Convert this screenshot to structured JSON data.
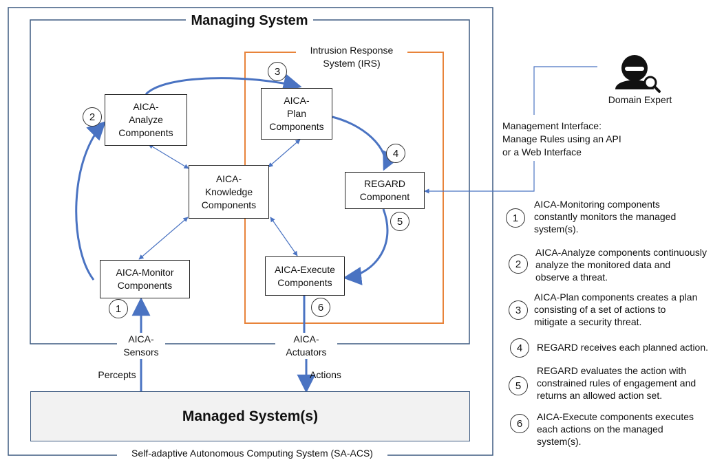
{
  "colors": {
    "arrow": "#4a73c2",
    "irs_border": "#e8833a",
    "frame": "#3d5a80",
    "managed_fill": "#f2f2f2"
  },
  "outer_label": "Self-adaptive Autonomous Computing System (SA-ACS)",
  "managing_title": "Managing System",
  "irs_label": "Intrusion Response\nSystem (IRS)",
  "boxes": {
    "analyze": "AICA-\nAnalyze\nComponents",
    "plan": "AICA-\nPlan\nComponents",
    "knowledge": "AICA-\nKnowledge\nComponents",
    "regard": "REGARD\nComponent",
    "monitor": "AICA-Monitor\nComponents",
    "execute": "AICA-Execute\nComponents",
    "managed": "Managed System(s)"
  },
  "sensors": "AICA-\nSensors",
  "actuators": "AICA-\nActuators",
  "percepts": "Percepts",
  "actions": "Actions",
  "domain_expert": {
    "label": "Domain Expert",
    "icon": "user-search-icon"
  },
  "management_interface": "Management Interface:\nManage Rules using an API\nor a Web Interface",
  "step_numbers": [
    "1",
    "2",
    "3",
    "4",
    "5",
    "6"
  ],
  "legend": [
    {
      "num": "1",
      "text": "AICA-Monitoring components\nconstantly monitors the managed\nsystem(s)."
    },
    {
      "num": "2",
      "text": "AICA-Analyze components continuously\nanalyze the monitored data and\nobserve a threat."
    },
    {
      "num": "3",
      "text": "AICA-Plan components creates a plan\nconsisting of a set of actions to\nmitigate a security threat."
    },
    {
      "num": "4",
      "text": "REGARD receives each planned action."
    },
    {
      "num": "5",
      "text": "REGARD evaluates the action with\nconstrained rules of engagement and\nreturns an allowed action set."
    },
    {
      "num": "6",
      "text": "AICA-Execute components executes\neach actions on the managed\nsystem(s)."
    }
  ]
}
